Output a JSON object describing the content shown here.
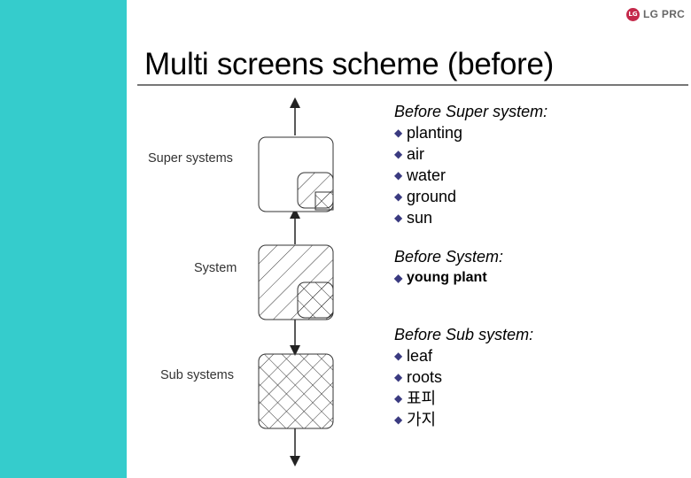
{
  "slide": {
    "logo_mark": "LG",
    "logo_text": "LG PRC",
    "title": "Multi screens scheme (before)"
  },
  "diagram": {
    "levels": [
      {
        "label": "Super systems"
      },
      {
        "label": "System"
      },
      {
        "label": "Sub systems"
      }
    ]
  },
  "sections": [
    {
      "heading": "Before Super system:",
      "bold": false,
      "items": [
        "planting",
        "air",
        "water",
        "ground",
        "sun"
      ]
    },
    {
      "heading": "Before System:",
      "bold": true,
      "items": [
        "young plant"
      ]
    },
    {
      "heading": "Before Sub system:",
      "bold": false,
      "items": [
        "leaf",
        "roots",
        "표피",
        "가지"
      ]
    }
  ],
  "bullet_glyph": "◆",
  "colors": {
    "sidebar": "#35cccc",
    "logo": "#c4284a",
    "rule": "#777777",
    "bullet": "#3a3a80"
  }
}
